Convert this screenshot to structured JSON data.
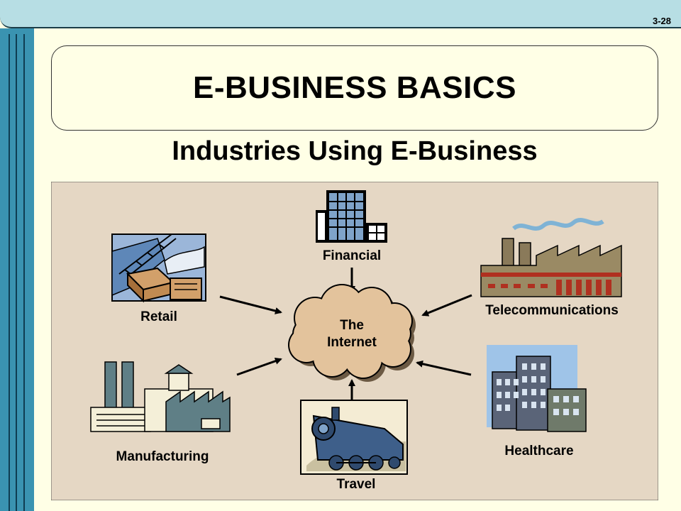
{
  "slide_number": "3-28",
  "title": "E-BUSINESS BASICS",
  "subtitle": "Industries Using E-Business",
  "diagram": {
    "center": {
      "line1": "The",
      "line2": "Internet"
    },
    "nodes": {
      "financial": "Financial",
      "retail": "Retail",
      "telecommunications": "Telecommunications",
      "manufacturing": "Manufacturing",
      "travel": "Travel",
      "healthcare": "Healthcare"
    }
  },
  "colors": {
    "diagram_bg": "#e5d7c4",
    "cloud": "#e3c39c",
    "left_bar": "#3a93b1",
    "top_bar": "#b7dee4",
    "slide_bg": "#ffffe6"
  }
}
